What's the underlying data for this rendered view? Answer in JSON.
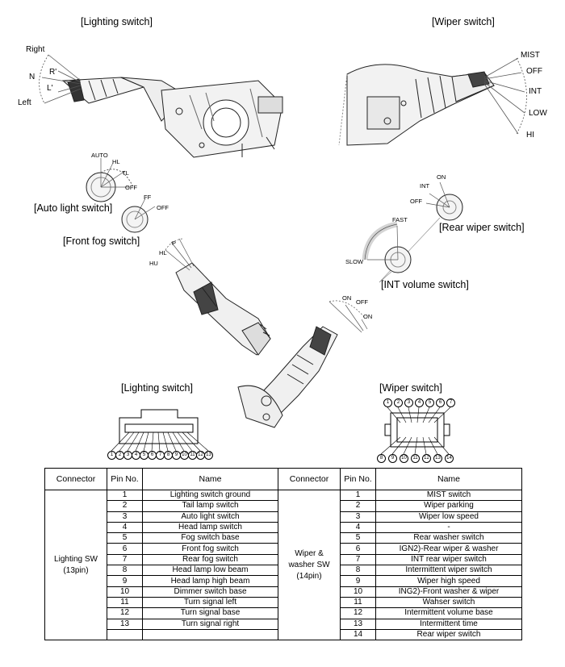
{
  "titles": {
    "lighting_top": "[Lighting switch]",
    "wiper_top": "[Wiper switch]",
    "auto_light": "[Auto light switch]",
    "front_fog": "[Front fog switch]",
    "rear_wiper": "[Rear wiper switch]",
    "int_volume": "[INT volume switch]",
    "lighting_conn": "[Lighting switch]",
    "wiper_conn": "[Wiper switch]"
  },
  "lighting_positions": [
    "Right",
    "N",
    "R'",
    "L'",
    "Left"
  ],
  "wiper_positions": [
    "MIST",
    "OFF",
    "INT",
    "LOW",
    "HI"
  ],
  "auto_light_positions": [
    "AUTO",
    "HL",
    "TL",
    "OFF"
  ],
  "front_fog_positions": [
    "FF",
    "OFF"
  ],
  "beam_positions": [
    "P",
    "HL",
    "HU"
  ],
  "rear_wiper_positions": [
    "ON",
    "INT",
    "OFF"
  ],
  "int_volume_positions": [
    "FAST",
    "SLOW"
  ],
  "washer_positions": [
    "ON",
    "OFF",
    "ON"
  ],
  "lighting_pins": [
    "1",
    "2",
    "3",
    "4",
    "5",
    "6",
    "7",
    "8",
    "9",
    "10",
    "11",
    "12",
    "13"
  ],
  "wiper_pins_top": [
    "1",
    "2",
    "3",
    "4",
    "5",
    "6",
    "7"
  ],
  "wiper_pins_bottom": [
    "8",
    "9",
    "10",
    "11",
    "12",
    "13",
    "14"
  ],
  "table": {
    "headers": [
      "Connector",
      "Pin No.",
      "Name",
      "Connector",
      "Pin No.",
      "Name"
    ],
    "left_connector": [
      "Lighting SW",
      "(13pin)"
    ],
    "right_connector": [
      "Wiper &",
      "washer SW",
      "(14pin)"
    ],
    "left_rows": [
      {
        "pin": "1",
        "name": "Lighting switch ground"
      },
      {
        "pin": "2",
        "name": "Tail lamp switch"
      },
      {
        "pin": "3",
        "name": "Auto light switch"
      },
      {
        "pin": "4",
        "name": "Head lamp switch"
      },
      {
        "pin": "5",
        "name": "Fog switch base"
      },
      {
        "pin": "6",
        "name": "Front fog switch"
      },
      {
        "pin": "7",
        "name": "Rear fog switch"
      },
      {
        "pin": "8",
        "name": "Head lamp low beam"
      },
      {
        "pin": "9",
        "name": "Head lamp high beam"
      },
      {
        "pin": "10",
        "name": "Dimmer switch base"
      },
      {
        "pin": "11",
        "name": "Turn signal left"
      },
      {
        "pin": "12",
        "name": "Turn signal base"
      },
      {
        "pin": "13",
        "name": "Turn signal right"
      },
      {
        "pin": "",
        "name": ""
      }
    ],
    "right_rows": [
      {
        "pin": "1",
        "name": "MIST switch"
      },
      {
        "pin": "2",
        "name": "Wiper parking"
      },
      {
        "pin": "3",
        "name": "Wiper low speed"
      },
      {
        "pin": "4",
        "name": "-"
      },
      {
        "pin": "5",
        "name": "Rear washer switch"
      },
      {
        "pin": "6",
        "name": "IGN2)-Rear wiper & washer"
      },
      {
        "pin": "7",
        "name": "INT rear wiper switch"
      },
      {
        "pin": "8",
        "name": "Intermittent wiper switch"
      },
      {
        "pin": "9",
        "name": "Wiper high speed"
      },
      {
        "pin": "10",
        "name": "ING2)-Front washer & wiper"
      },
      {
        "pin": "11",
        "name": "Wahser switch"
      },
      {
        "pin": "12",
        "name": "Intermittent volume base"
      },
      {
        "pin": "13",
        "name": "Intermittent time"
      },
      {
        "pin": "14",
        "name": "Rear wiper switch"
      }
    ]
  }
}
